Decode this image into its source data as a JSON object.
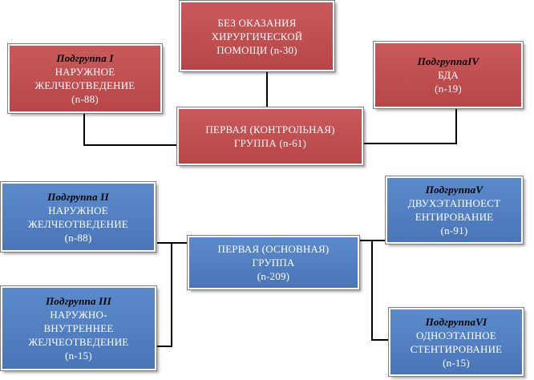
{
  "colors": {
    "red_box": "#c0504d",
    "blue_box": "#4f81bd",
    "connector": "#000000"
  },
  "control": {
    "no_surgery": {
      "lines": [
        "БЕЗ ОКАЗАНИЯ",
        "ХИРУРГИЧЕСКОЙ",
        "ПОМОЩИ  (n-30)"
      ]
    },
    "subgroup1": {
      "title": "Подгруппа I",
      "lines": [
        "НАРУЖНОЕ",
        "ЖЕЛЧЕОТВЕДЕНИЕ",
        "(n-88)"
      ]
    },
    "subgroup4": {
      "title": "ПодгруппаIV",
      "lines": [
        "БДА",
        "(n-19)"
      ]
    },
    "main": {
      "lines": [
        "ПЕРВАЯ (КОНТРОЛЬНАЯ)",
        "ГРУППА  (n-61)"
      ]
    }
  },
  "main_group": {
    "main": {
      "lines": [
        "ПЕРВАЯ (ОСНОВНАЯ)",
        "ГРУППА",
        "(n-209)"
      ]
    },
    "subgroup2": {
      "title": "Подгруппа II",
      "lines": [
        "НАРУЖНОЕ",
        "ЖЕЛЧЕОТВЕДЕНИЕ",
        "(n-88)"
      ]
    },
    "subgroup3": {
      "title": "Подгруппа III",
      "lines": [
        "НАРУЖНО-",
        "ВНУТРЕННЕЕ",
        "ЖЕЛЧЕОТВЕДЕНИЕ",
        "(n-15)"
      ]
    },
    "subgroup5": {
      "title": "ПодгруппаV",
      "lines": [
        "ДВУХЭТАПНОЕСТ",
        "ЕНТИРОВАНИЕ",
        "(n-91)"
      ]
    },
    "subgroup6": {
      "title": "ПодгруппаVI",
      "lines": [
        "ОДНОЭТАПНОЕ",
        "СТЕНТИРОВАНИЕ",
        "(n-15)"
      ]
    }
  }
}
